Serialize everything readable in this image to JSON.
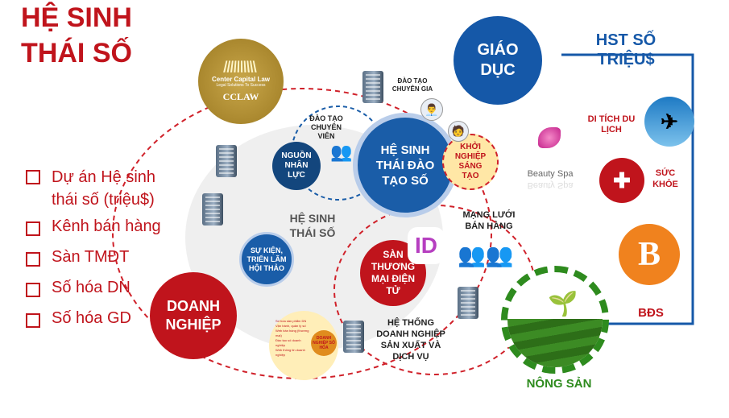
{
  "title_line1": "HỆ SINH",
  "title_line2": "THÁI SỐ",
  "list": [
    "Dự án Hệ sinh thái số (triệu$)",
    "Kênh bán hàng",
    "Sàn TMĐT",
    "Số hóa DN",
    "Số hóa GD"
  ],
  "cclaw": {
    "name": "Center Capital Law",
    "tagline": "Legal Solutions To Success",
    "short": "CCLAW"
  },
  "center": "HỆ SINH THÁI SỐ",
  "edu_core": "HỆ SINH THÁI ĐÀO TẠO SỐ",
  "hr": "NGUỒN NHÂN LỰC",
  "trainer": "ĐÀO TẠO CHUYÊN VIÊN",
  "expert": "ĐÀO TẠO CHUYÊN GIA",
  "startup": "KHỞI NGHIỆP SÁNG TẠO",
  "events": "SỰ KIỆN, TRIỂN LÃM HỘI THẢO",
  "network": "MẠNG LƯỚI BÁN HÀNG",
  "ecommerce": "SÀN THƯƠNG MẠI ĐIỆN TỬ",
  "id_badge": "ID",
  "production": "HỆ THỐNG DOANH NGHIỆP SẢN XUẤT VÀ DỊCH VỤ",
  "digitize": "DOANH NGHIỆP SỐ HÓA",
  "digitize_list": [
    "Số hóa sản phẩm DN",
    "Vận hành, quản lý số",
    "Web bán hàng (thương mại)",
    "Đào tạo số doanh nghiệp",
    "Web thông tin doanh nghiệp"
  ],
  "business": "DOANH NGHIỆP",
  "education": "GIÁO DỤC",
  "hst": "HST SỐ TRIỆU$",
  "tourism": "DI TÍCH DU LỊCH",
  "health": "SỨC KHỎE",
  "beauty": "Beauty Spa",
  "beauty_reflect": "Beauty Spa",
  "realestate_logo": "B",
  "realestate": "BĐS",
  "agri": "NÔNG SẢN",
  "colors": {
    "red": "#c0141c",
    "blue": "#1558a8",
    "green": "#2e8b1e",
    "orange": "#f0821e"
  }
}
